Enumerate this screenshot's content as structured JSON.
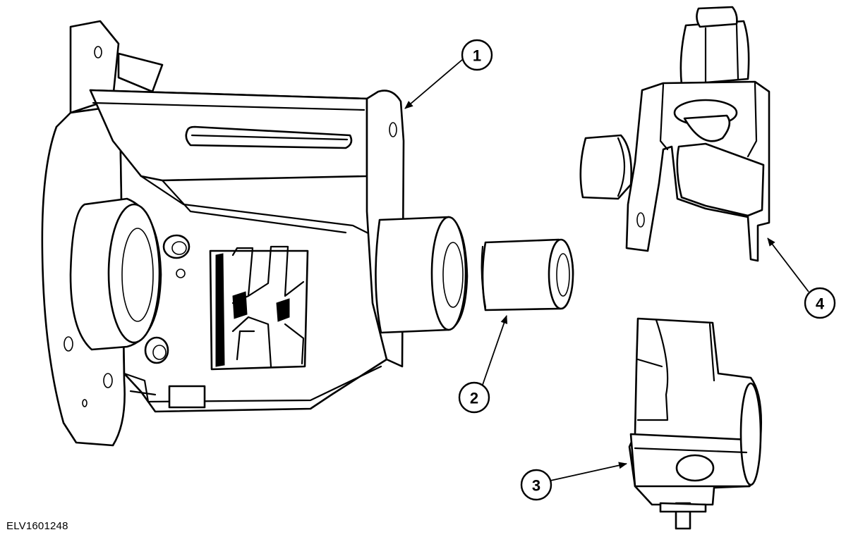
{
  "figure": {
    "id_label": "ELV1601248",
    "callouts": [
      {
        "key": "callout-1",
        "label": "1"
      },
      {
        "key": "callout-2",
        "label": "2"
      },
      {
        "key": "callout-3",
        "label": "3"
      },
      {
        "key": "callout-4",
        "label": "4"
      }
    ]
  },
  "colors": {
    "ink": "#000000",
    "paper": "#ffffff"
  }
}
